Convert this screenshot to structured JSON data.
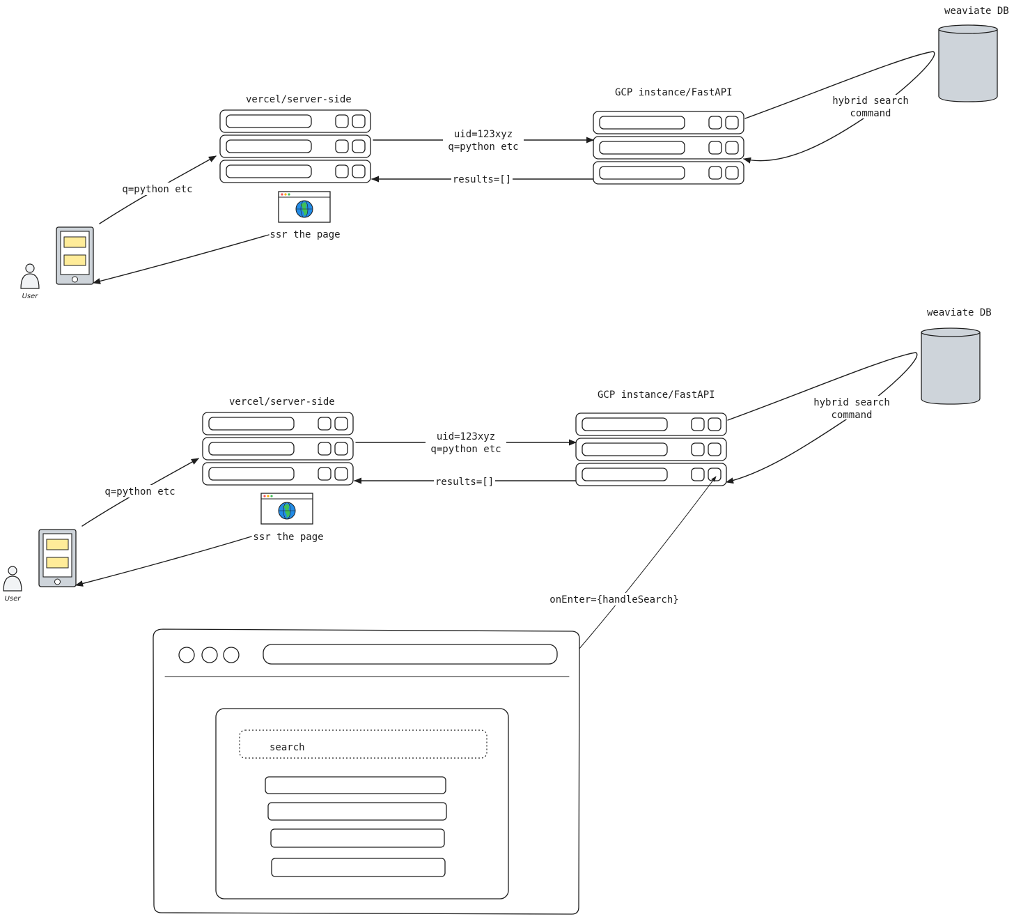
{
  "diagram_1": {
    "db_label": "weaviate DB",
    "api_label": "GCP instance/FastAPI",
    "server_label": "vercel/server-side",
    "request_label_line1": "uid=123xyz",
    "request_label_line2": "q=python etc",
    "response_label": "results=[]",
    "db_command_line1": "hybrid search",
    "db_command_line2": "command",
    "user_query_label": "q=python etc",
    "ssr_label": "ssr the page",
    "user_label": "User"
  },
  "diagram_2": {
    "db_label": "weaviate DB",
    "api_label": "GCP instance/FastAPI",
    "server_label": "vercel/server-side",
    "request_label_line1": "uid=123xyz",
    "request_label_line2": "q=python etc",
    "response_label": "results=[]",
    "db_command_line1": "hybrid search",
    "db_command_line2": "command",
    "user_query_label": "q=python etc",
    "ssr_label": "ssr the page",
    "user_label": "User",
    "event_label": "onEnter={handleSearch}",
    "search_placeholder": "search"
  },
  "colors": {
    "stroke": "#1e1e1e",
    "database_fill": "#ced4da",
    "tablet_fill": "#ced4da",
    "card_fill": "#ffec99",
    "globe_blue": "#228be6",
    "globe_green": "#40c057"
  },
  "icons": [
    "database-icon",
    "server-stack-icon",
    "browser-window-icon",
    "globe-icon",
    "tablet-icon",
    "user-icon"
  ]
}
